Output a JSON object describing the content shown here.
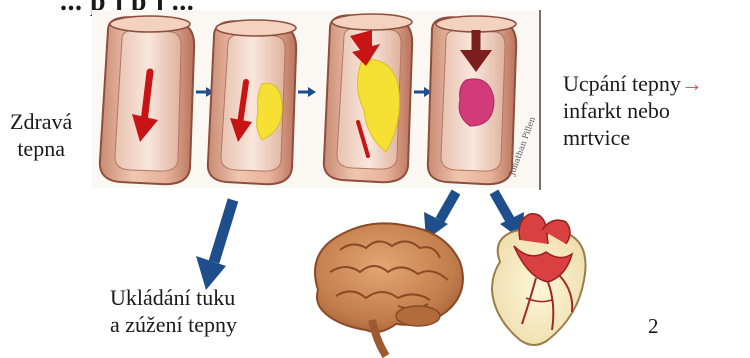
{
  "header_cut_text": "... p j p j ...",
  "labels": {
    "healthy_line1": "Zdravá",
    "healthy_line2": "tepna",
    "blockage_line1": "Ucpání tepny",
    "blockage_arrow": "→",
    "blockage_line2": "infarkt nebo",
    "blockage_line3": "mrtvice",
    "fat_line1": "Ukládání tuku",
    "fat_line2": "a zúžení tepny"
  },
  "page_number": "2",
  "signature_text": "Jonathan Pillen",
  "colors": {
    "artery_wall": "#e9b7a0",
    "artery_outline": "#8c4f3e",
    "artery_inner": "#f6ddd0",
    "plaque": "#f5e033",
    "clot": "#d23a7a",
    "blood_arrow": "#c81414",
    "flow_arrow": "#1f4e8c",
    "label_arrow": "#e8453c"
  },
  "icons": [
    "brain-illustration",
    "heart-illustration",
    "artery-stage-illustration"
  ]
}
